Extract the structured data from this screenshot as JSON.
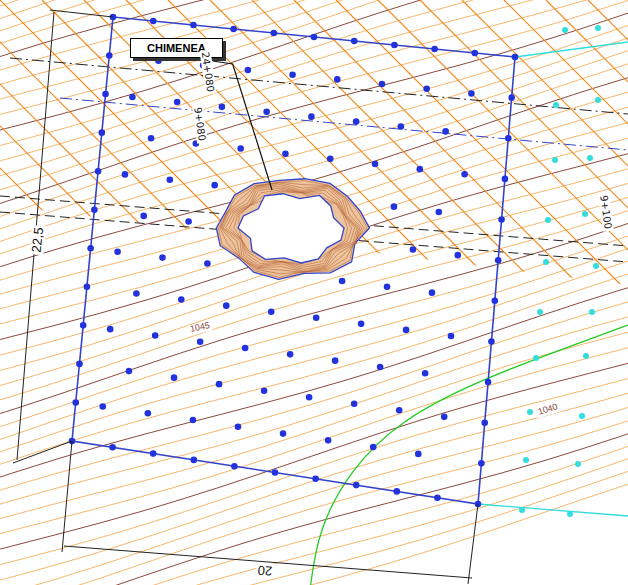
{
  "diagram": {
    "nodes": [
      {
        "text": [
          "CHIMENEA"
        ]
      }
    ],
    "labels": [
      "24+080",
      "9+080",
      "9+100",
      "22,5",
      "1045",
      "1040",
      "20"
    ]
  }
}
